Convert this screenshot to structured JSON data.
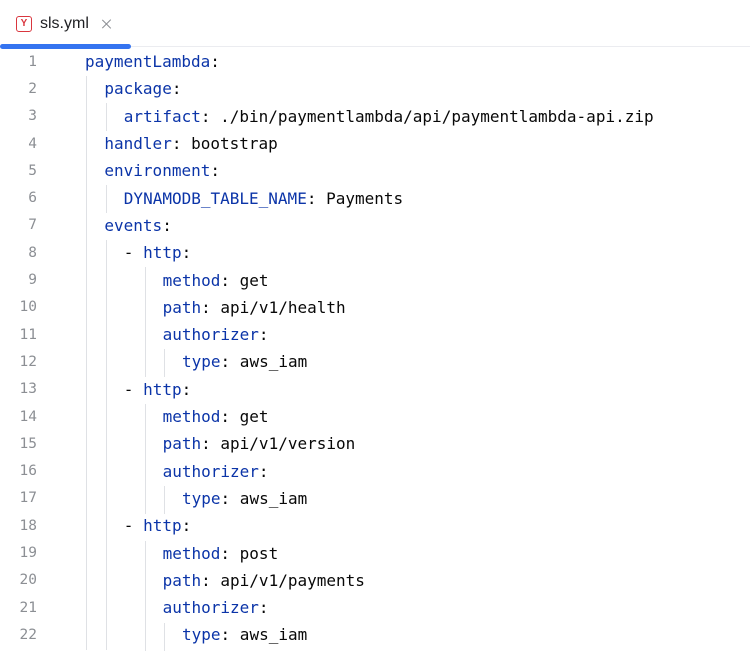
{
  "tab": {
    "filename": "sls.yml",
    "icon": "yaml-icon",
    "close_icon": "close-icon",
    "accent_color": "#3574f0"
  },
  "colors": {
    "key": "#0b34a8",
    "value": "#080808",
    "line_number": "#8c8f94",
    "icon": "#d9363e"
  },
  "lines": [
    {
      "num": "1",
      "indent": 0,
      "dash": "",
      "key": "paymentLambda",
      "colon": ":",
      "value": ""
    },
    {
      "num": "2",
      "indent": 1,
      "dash": "",
      "key": "package",
      "colon": ":",
      "value": ""
    },
    {
      "num": "3",
      "indent": 2,
      "dash": "",
      "key": "artifact",
      "colon": ":",
      "value": " ./bin/paymentlambda/api/paymentlambda-api.zip"
    },
    {
      "num": "4",
      "indent": 1,
      "dash": "",
      "key": "handler",
      "colon": ":",
      "value": " bootstrap"
    },
    {
      "num": "5",
      "indent": 1,
      "dash": "",
      "key": "environment",
      "colon": ":",
      "value": ""
    },
    {
      "num": "6",
      "indent": 2,
      "dash": "",
      "key": "DYNAMODB_TABLE_NAME",
      "colon": ":",
      "value": " Payments"
    },
    {
      "num": "7",
      "indent": 1,
      "dash": "",
      "key": "events",
      "colon": ":",
      "value": ""
    },
    {
      "num": "8",
      "indent": 2,
      "dash": "- ",
      "key": "http",
      "colon": ":",
      "value": ""
    },
    {
      "num": "9",
      "indent": 4,
      "dash": "",
      "key": "method",
      "colon": ":",
      "value": " get"
    },
    {
      "num": "10",
      "indent": 4,
      "dash": "",
      "key": "path",
      "colon": ":",
      "value": " api/v1/health"
    },
    {
      "num": "11",
      "indent": 4,
      "dash": "",
      "key": "authorizer",
      "colon": ":",
      "value": ""
    },
    {
      "num": "12",
      "indent": 5,
      "dash": "",
      "key": "type",
      "colon": ":",
      "value": " aws_iam"
    },
    {
      "num": "13",
      "indent": 2,
      "dash": "- ",
      "key": "http",
      "colon": ":",
      "value": ""
    },
    {
      "num": "14",
      "indent": 4,
      "dash": "",
      "key": "method",
      "colon": ":",
      "value": " get"
    },
    {
      "num": "15",
      "indent": 4,
      "dash": "",
      "key": "path",
      "colon": ":",
      "value": " api/v1/version"
    },
    {
      "num": "16",
      "indent": 4,
      "dash": "",
      "key": "authorizer",
      "colon": ":",
      "value": ""
    },
    {
      "num": "17",
      "indent": 5,
      "dash": "",
      "key": "type",
      "colon": ":",
      "value": " aws_iam"
    },
    {
      "num": "18",
      "indent": 2,
      "dash": "- ",
      "key": "http",
      "colon": ":",
      "value": ""
    },
    {
      "num": "19",
      "indent": 4,
      "dash": "",
      "key": "method",
      "colon": ":",
      "value": " post"
    },
    {
      "num": "20",
      "indent": 4,
      "dash": "",
      "key": "path",
      "colon": ":",
      "value": " api/v1/payments"
    },
    {
      "num": "21",
      "indent": 4,
      "dash": "",
      "key": "authorizer",
      "colon": ":",
      "value": ""
    },
    {
      "num": "22",
      "indent": 5,
      "dash": "",
      "key": "type",
      "colon": ":",
      "value": " aws_iam"
    }
  ]
}
